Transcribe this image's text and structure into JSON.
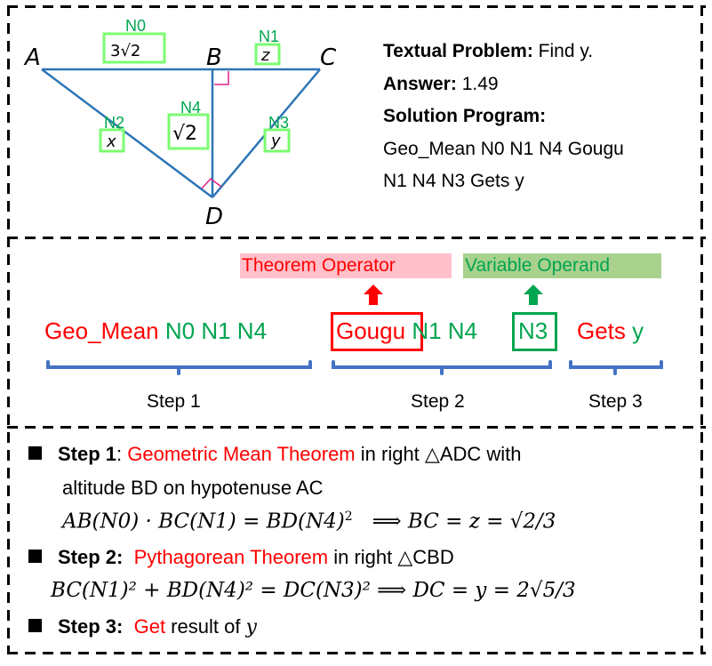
{
  "diagram": {
    "vertices": {
      "A": "A",
      "B": "B",
      "C": "C",
      "D": "D"
    },
    "labels": [
      {
        "id": "N0",
        "value": "3√2"
      },
      {
        "id": "N1",
        "value": "z"
      },
      {
        "id": "N2",
        "value": "x"
      },
      {
        "id": "N3",
        "value": "y"
      },
      {
        "id": "N4",
        "value": "√2"
      }
    ],
    "colors": {
      "line": "#2e75b6",
      "right_angle": "#e0218a",
      "label_box": "#7cfc72",
      "label_text": "#00a550"
    }
  },
  "problem": {
    "textual_label": "Textual Problem:",
    "textual_value": " Find y.",
    "answer_label": "Answer:",
    "answer_value": " 1.49",
    "program_label": "Solution Program:",
    "program_line1": "Geo_Mean N0 N1 N4 Gougu",
    "program_line2": "N1 N4 N3 Gets y"
  },
  "program_breakdown": {
    "theorem_operator_tag": "Theorem Operator",
    "variable_operand_tag": "Variable Operand",
    "tokens": {
      "geo_mean": "Geo_Mean",
      "step1_operands": "N0 N1 N4",
      "gougu": "Gougu",
      "step2_operands": "N1 N4",
      "n3": "N3",
      "gets": "Gets",
      "y": "y"
    },
    "steps": [
      "Step 1",
      "Step 2",
      "Step 3"
    ]
  },
  "solution": {
    "step1": {
      "label": "Step  1",
      "colon": ": ",
      "theorem": "Geometric  Mean  Theorem",
      "rest": "  in  right  △ADC  with",
      "line2": "altitude BD on hypotenuse AC",
      "equation_lhs": "AB(N0) · BC(N1) = BD(N4)",
      "equation_rhs": "⟹   BC = z = √2/3"
    },
    "step2": {
      "label": "Step 2:",
      "theorem": "Pythagorean Theorem",
      "rest": " in right △CBD",
      "equation": "BC(N1)² + BD(N4)² = DC(N3)² ⟹ DC = y = 2√5/3"
    },
    "step3": {
      "label": "Step 3:",
      "get": "Get",
      "rest": " result of ",
      "var": "y"
    }
  }
}
